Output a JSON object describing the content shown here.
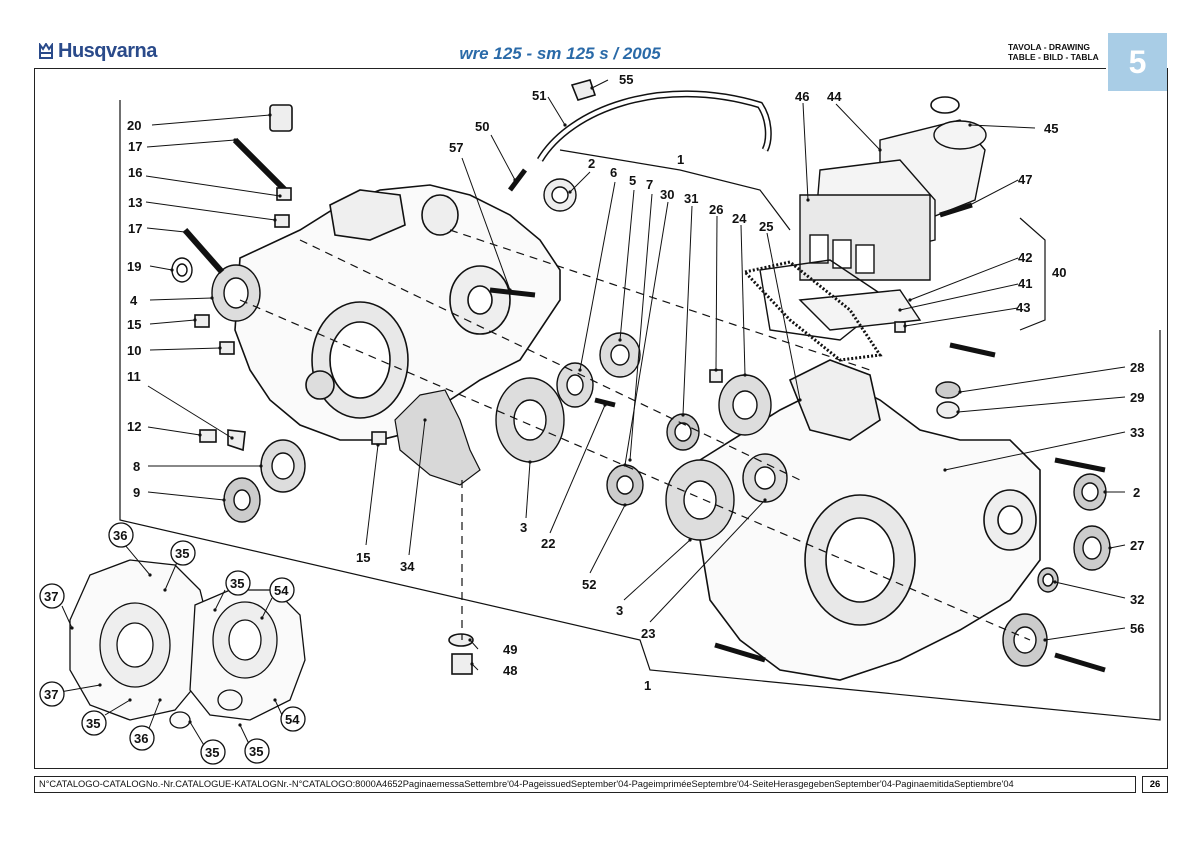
{
  "header": {
    "brand": "Husqvarna",
    "title": "wre 125 - sm 125 s / 2005",
    "drawing_label_line1": "TAVOLA - DRAWING",
    "drawing_label_line2": "TABLE - BILD - TABLA",
    "table_number": "5"
  },
  "footer": {
    "catalog_text": "N°CATALOGO-CATALOGNo.-Nr.CATALOGUE-KATALOGNr.-N°CATALOGO:8000A4652PaginaemessaSettembre'04-PageissuedSeptember'04-PageimpriméeSeptembre'04-SeiteHerasgegebenSeptember'04-PaginaemitidaSeptiembre'04",
    "page_number": "26"
  },
  "callouts": [
    {
      "id": "c20",
      "label": "20"
    },
    {
      "id": "c17a",
      "label": "17"
    },
    {
      "id": "c16",
      "label": "16"
    },
    {
      "id": "c13",
      "label": "13"
    },
    {
      "id": "c17b",
      "label": "17"
    },
    {
      "id": "c19",
      "label": "19"
    },
    {
      "id": "c4",
      "label": "4"
    },
    {
      "id": "c15a",
      "label": "15"
    },
    {
      "id": "c10",
      "label": "10"
    },
    {
      "id": "c11",
      "label": "11"
    },
    {
      "id": "c12",
      "label": "12"
    },
    {
      "id": "c8",
      "label": "8"
    },
    {
      "id": "c9",
      "label": "9"
    },
    {
      "id": "c51",
      "label": "51"
    },
    {
      "id": "c55",
      "label": "55"
    },
    {
      "id": "c50",
      "label": "50"
    },
    {
      "id": "c57",
      "label": "57"
    },
    {
      "id": "c2a",
      "label": "2"
    },
    {
      "id": "c1a",
      "label": "1"
    },
    {
      "id": "c6",
      "label": "6"
    },
    {
      "id": "c5",
      "label": "5"
    },
    {
      "id": "c7",
      "label": "7"
    },
    {
      "id": "c30",
      "label": "30"
    },
    {
      "id": "c31",
      "label": "31"
    },
    {
      "id": "c26",
      "label": "26"
    },
    {
      "id": "c24",
      "label": "24"
    },
    {
      "id": "c25",
      "label": "25"
    },
    {
      "id": "c46",
      "label": "46"
    },
    {
      "id": "c44",
      "label": "44"
    },
    {
      "id": "c45",
      "label": "45"
    },
    {
      "id": "c47",
      "label": "47"
    },
    {
      "id": "c42",
      "label": "42"
    },
    {
      "id": "c40",
      "label": "40"
    },
    {
      "id": "c41",
      "label": "41"
    },
    {
      "id": "c43",
      "label": "43"
    },
    {
      "id": "c28",
      "label": "28"
    },
    {
      "id": "c29",
      "label": "29"
    },
    {
      "id": "c33",
      "label": "33"
    },
    {
      "id": "c2b",
      "label": "2"
    },
    {
      "id": "c27",
      "label": "27"
    },
    {
      "id": "c32",
      "label": "32"
    },
    {
      "id": "c56",
      "label": "56"
    },
    {
      "id": "c3a",
      "label": "3"
    },
    {
      "id": "c22",
      "label": "22"
    },
    {
      "id": "c15b",
      "label": "15"
    },
    {
      "id": "c34",
      "label": "34"
    },
    {
      "id": "c52",
      "label": "52"
    },
    {
      "id": "c3b",
      "label": "3"
    },
    {
      "id": "c23",
      "label": "23"
    },
    {
      "id": "c49",
      "label": "49"
    },
    {
      "id": "c48",
      "label": "48"
    },
    {
      "id": "c1b",
      "label": "1"
    },
    {
      "id": "c36a",
      "label": "36"
    },
    {
      "id": "c35a",
      "label": "35"
    },
    {
      "id": "c37a",
      "label": "37"
    },
    {
      "id": "c35b",
      "label": "35"
    },
    {
      "id": "c54a",
      "label": "54"
    },
    {
      "id": "c37b",
      "label": "37"
    },
    {
      "id": "c35c",
      "label": "35"
    },
    {
      "id": "c36b",
      "label": "36"
    },
    {
      "id": "c35d",
      "label": "35"
    },
    {
      "id": "c35e",
      "label": "35"
    },
    {
      "id": "c54b",
      "label": "54"
    }
  ]
}
